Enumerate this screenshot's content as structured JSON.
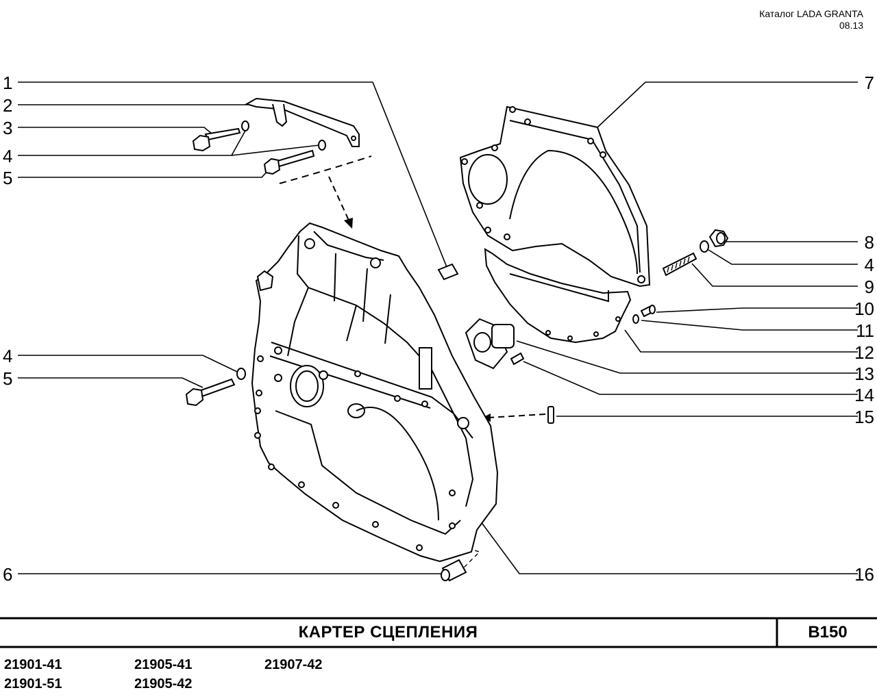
{
  "header": {
    "catalog": "Каталог  LADA  GRANTA",
    "date": "08.13"
  },
  "callouts": {
    "c1": "1",
    "c2": "2",
    "c3": "3",
    "c4a": "4",
    "c5a": "5",
    "c4b": "4",
    "c5b": "5",
    "c6": "6",
    "c7": "7",
    "c8": "8",
    "c4c": "4",
    "c9": "9",
    "c10": "10",
    "c11": "11",
    "c12": "12",
    "c13": "13",
    "c14": "14",
    "c15": "15",
    "c16": "16"
  },
  "footer": {
    "title": "КАРТЕР   СЦЕПЛЕНИЯ",
    "code": "B150"
  },
  "models": [
    "21901-41",
    "21905-41",
    "21907-42",
    "21901-51",
    "21905-42"
  ]
}
